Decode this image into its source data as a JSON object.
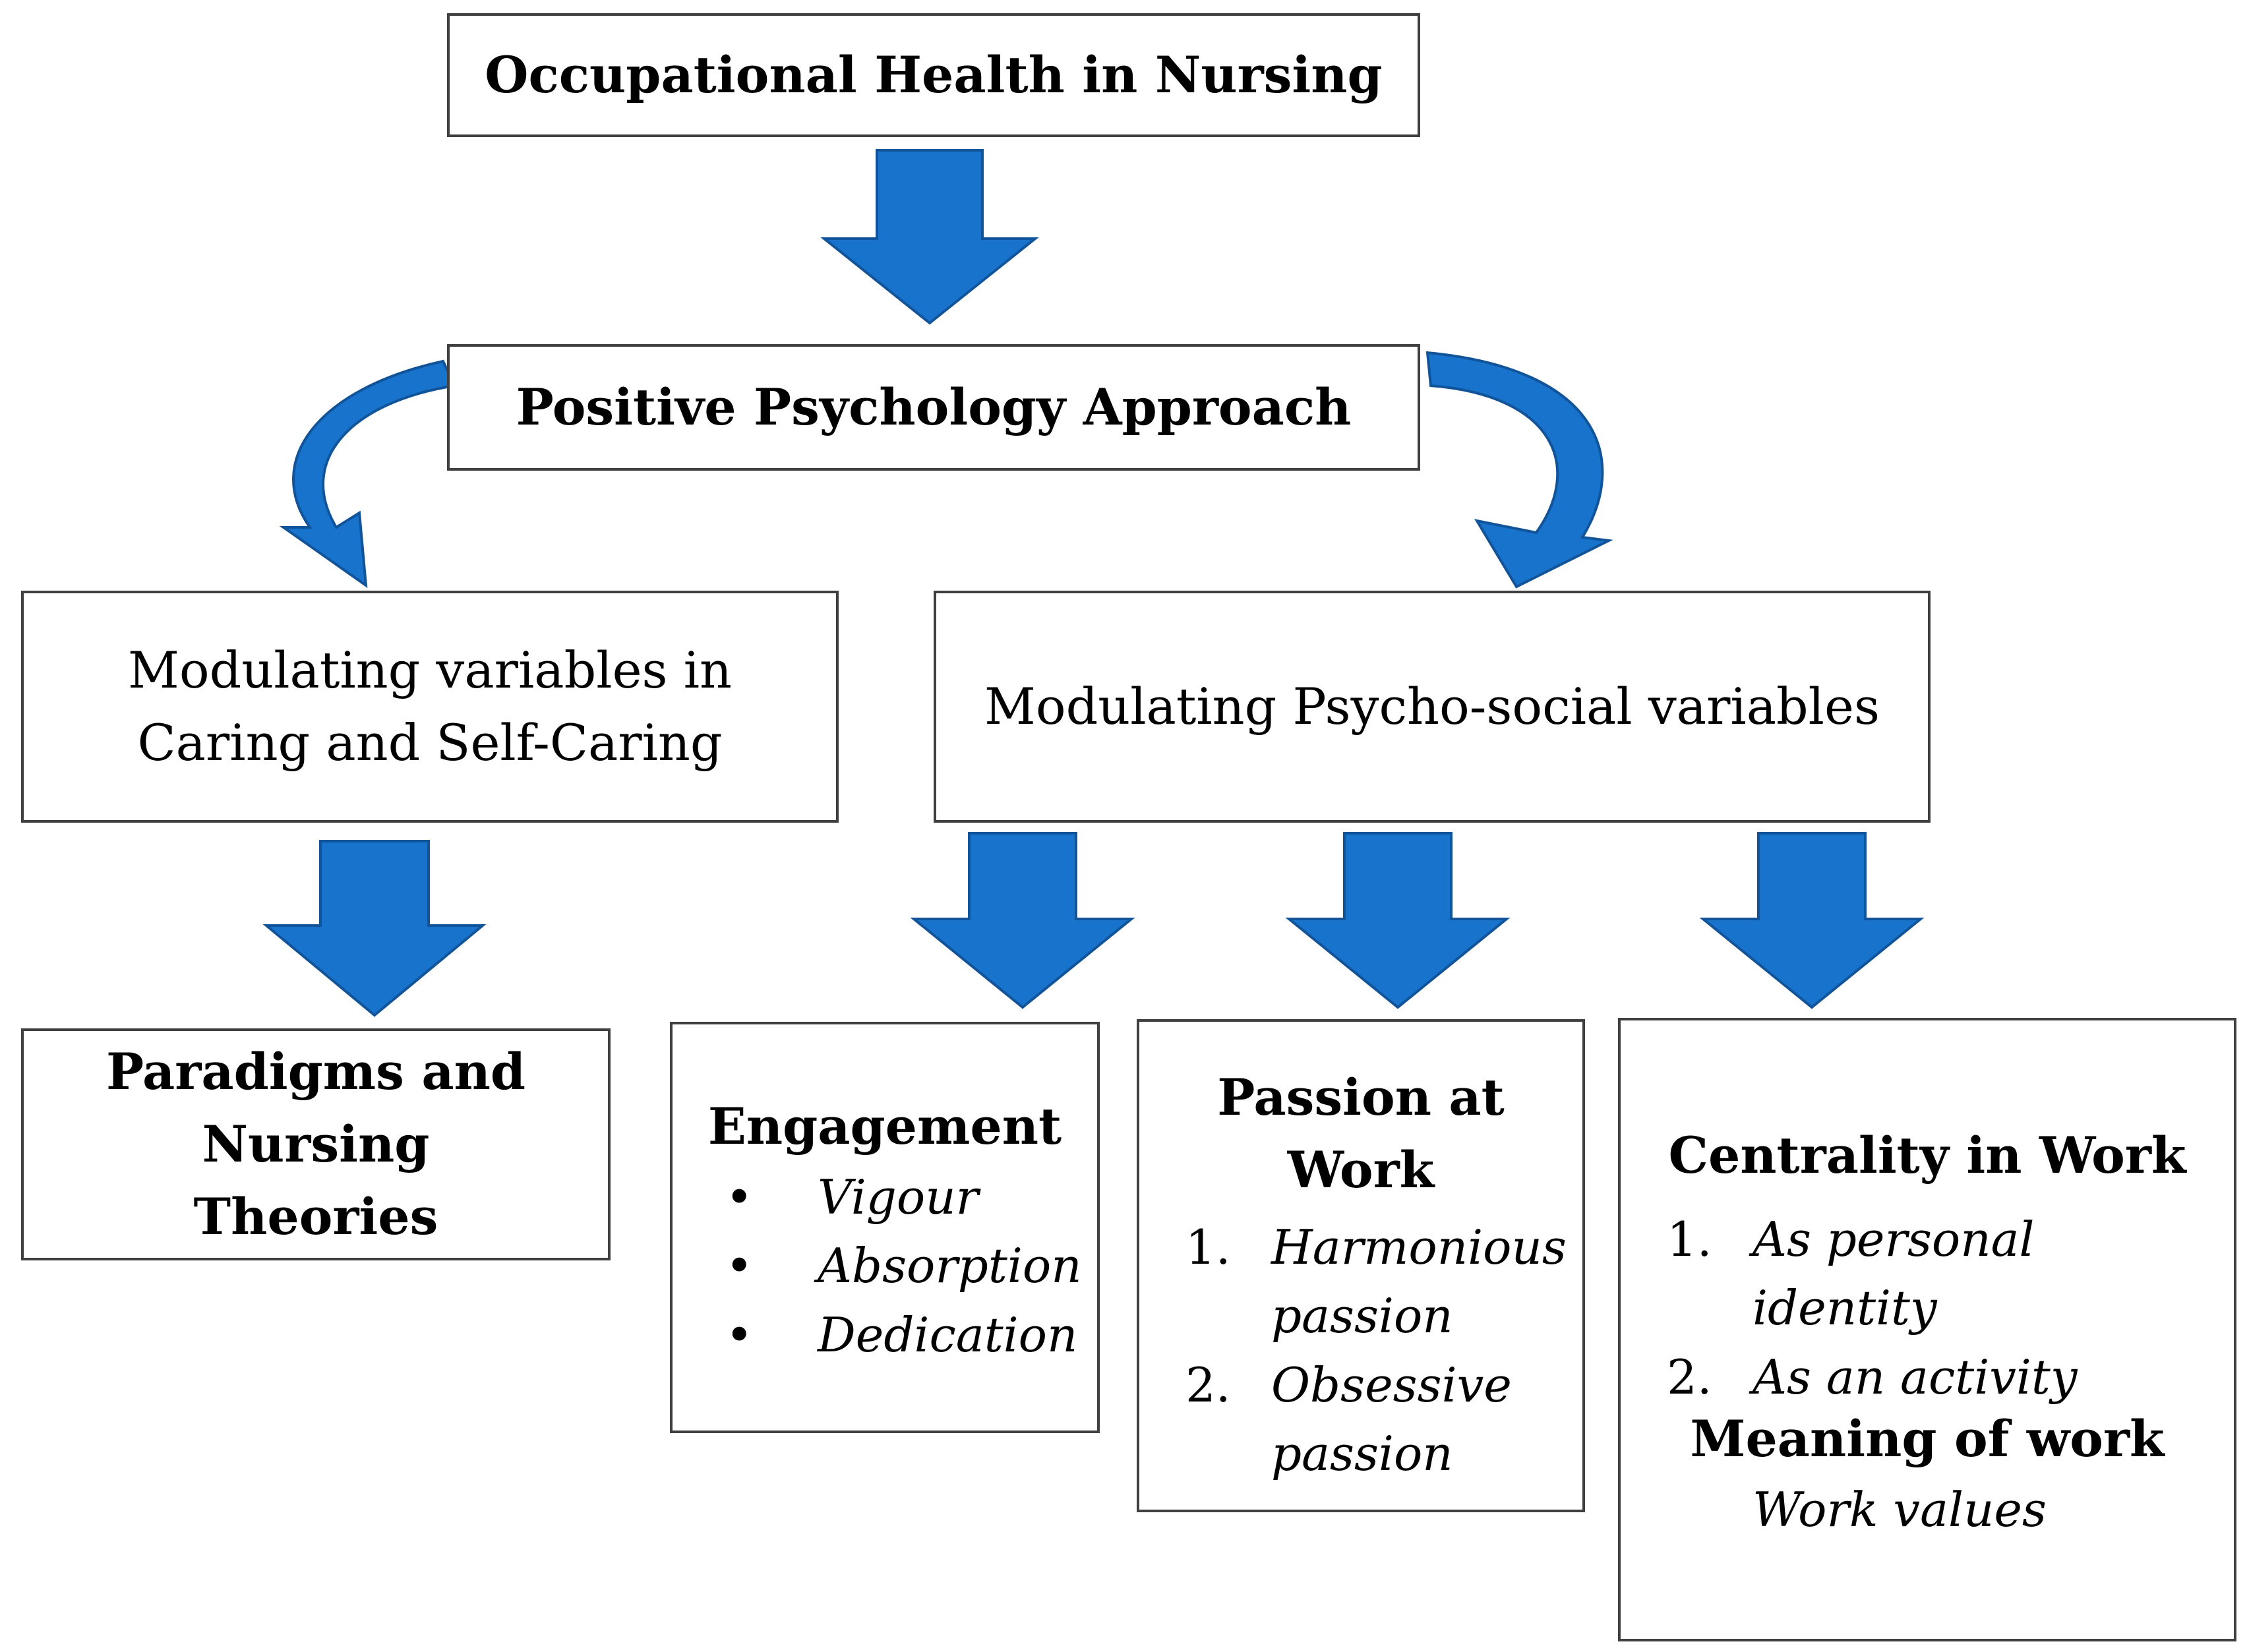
{
  "colors": {
    "arrow": "#1873CC",
    "arrow_dark": "#12549A",
    "border": "#404040"
  },
  "root": {
    "title": "Occupational Health in Nursing"
  },
  "approach": {
    "title": "Positive Psychology Approach"
  },
  "caring": {
    "title": "Modulating variables in Caring and Self-Caring"
  },
  "psychosocial": {
    "title": "Modulating Psycho-social variables"
  },
  "paradigms": {
    "title": "Paradigms and Nursing Theories"
  },
  "engagement": {
    "title": "Engagement",
    "bullet": "•",
    "items": [
      "Vigour",
      "Absorption",
      "Dedication"
    ]
  },
  "passion": {
    "title": "Passion at Work",
    "items": [
      {
        "num": "1.",
        "label": "Harmonious passion"
      },
      {
        "num": "2.",
        "label": "Obsessive passion"
      }
    ]
  },
  "centrality": {
    "title": "Centrality in Work",
    "items": [
      {
        "num": "1.",
        "label": "As personal identity"
      },
      {
        "num": "2.",
        "label": "As an activity"
      }
    ],
    "meaning_title": "Meaning of work",
    "meaning_item": "Work values"
  }
}
